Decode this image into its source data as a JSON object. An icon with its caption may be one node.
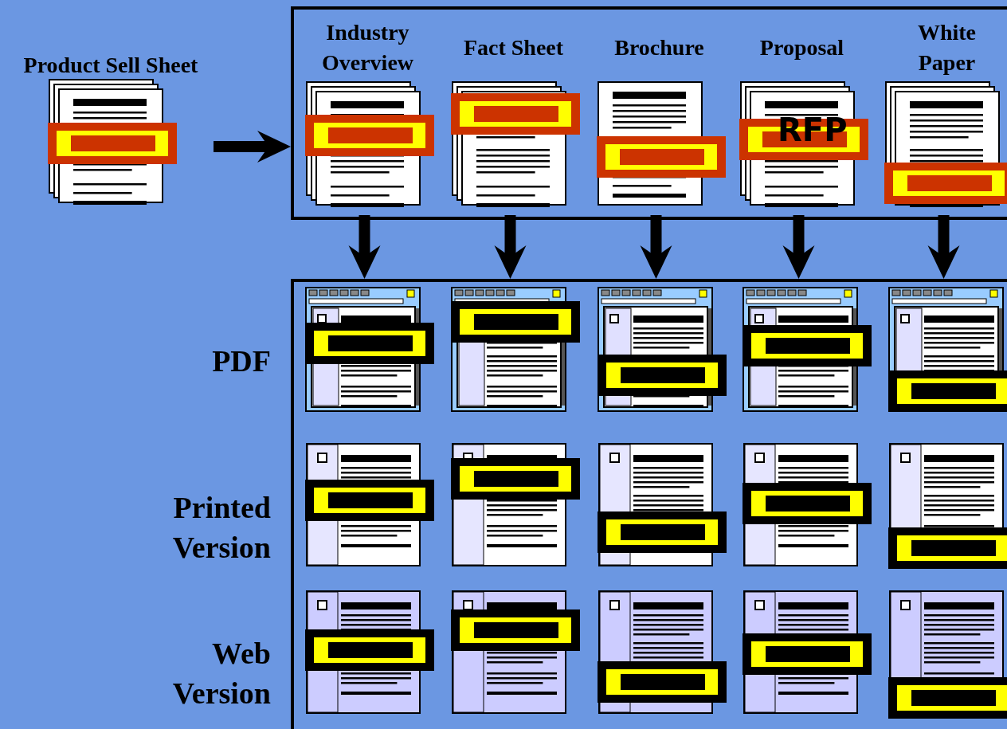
{
  "diagram": {
    "nodes": [
      {
        "text": [
          "Product Sell Sheet"
        ]
      },
      {
        "text": [],
        "shape": "box"
      },
      {
        "text": [
          "Industry Overview"
        ],
        "in": 1
      },
      {
        "text": [
          "Fact Sheet"
        ],
        "in": 1
      },
      {
        "text": [
          "Brochure"
        ],
        "in": 1
      },
      {
        "text": [
          "Proposal",
          "RFP"
        ],
        "in": 1
      },
      {
        "text": [
          "White Paper"
        ],
        "in": 1
      },
      {
        "text": [],
        "shape": "box"
      },
      {
        "text": [],
        "shape": "document",
        "in": 7
      },
      {
        "text": [],
        "shape": "document",
        "in": 7
      },
      {
        "text": [],
        "shape": "document",
        "in": 7
      },
      {
        "text": [],
        "shape": "document",
        "in": 7
      },
      {
        "text": [],
        "shape": "document",
        "in": 7
      },
      {
        "text": [],
        "shape": "document",
        "in": 7
      },
      {
        "text": [],
        "shape": "document",
        "in": 7
      },
      {
        "text": [],
        "shape": "document",
        "in": 7
      },
      {
        "text": [],
        "shape": "document",
        "in": 7
      },
      {
        "text": [],
        "shape": "document",
        "in": 7
      },
      {
        "text": [],
        "shape": "document",
        "in": 7
      },
      {
        "text": [],
        "shape": "document",
        "in": 7
      },
      {
        "text": [],
        "shape": "document",
        "in": 7
      },
      {
        "text": [],
        "shape": "document",
        "in": 7
      },
      {
        "text": [],
        "shape": "document",
        "in": 7
      }
    ],
    "edges": [
      {
        "from": 0,
        "to": 1,
        "arrow": "to"
      },
      {
        "from": 2,
        "to": 7,
        "arrow": "to"
      },
      {
        "from": 3,
        "to": 7,
        "arrow": "to"
      },
      {
        "from": 4,
        "to": 7,
        "arrow": "to"
      },
      {
        "from": 5,
        "to": 7,
        "arrow": "to"
      },
      {
        "from": 6,
        "to": 7,
        "arrow": "to"
      }
    ],
    "labels": [
      "PDF",
      "Printed Version",
      "Web Version"
    ]
  }
}
